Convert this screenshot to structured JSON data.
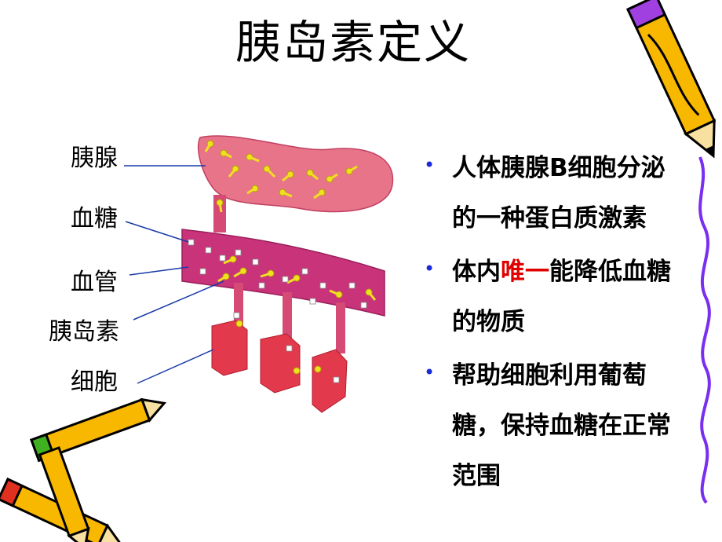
{
  "slide": {
    "title": "胰岛素定义"
  },
  "diagram": {
    "labels": {
      "pancreas": "胰腺",
      "blood_sugar": "血糖",
      "blood_vessel": "血管",
      "insulin": "胰岛素",
      "cell": "细胞"
    },
    "colors": {
      "pancreas": "#e8748a",
      "vessel": "#c8337a",
      "cell": "#e23a4c",
      "insulin": "#f0e020",
      "leader_line": "#1a3aa8"
    }
  },
  "bullets": [
    {
      "text": "人体胰腺B细胞分泌的一种蛋白质激素"
    },
    {
      "pre": "体内",
      "highlight": "唯一",
      "post": "能降低血糖的物质"
    },
    {
      "text": "帮助细胞利用葡萄糖，保持血糖在正常范围"
    }
  ],
  "decorations": {
    "pencil_icon": "pencil-icon",
    "crossed_pencils_icon": "crossed-pencils-icon",
    "squiggle": "blue-squiggle"
  }
}
